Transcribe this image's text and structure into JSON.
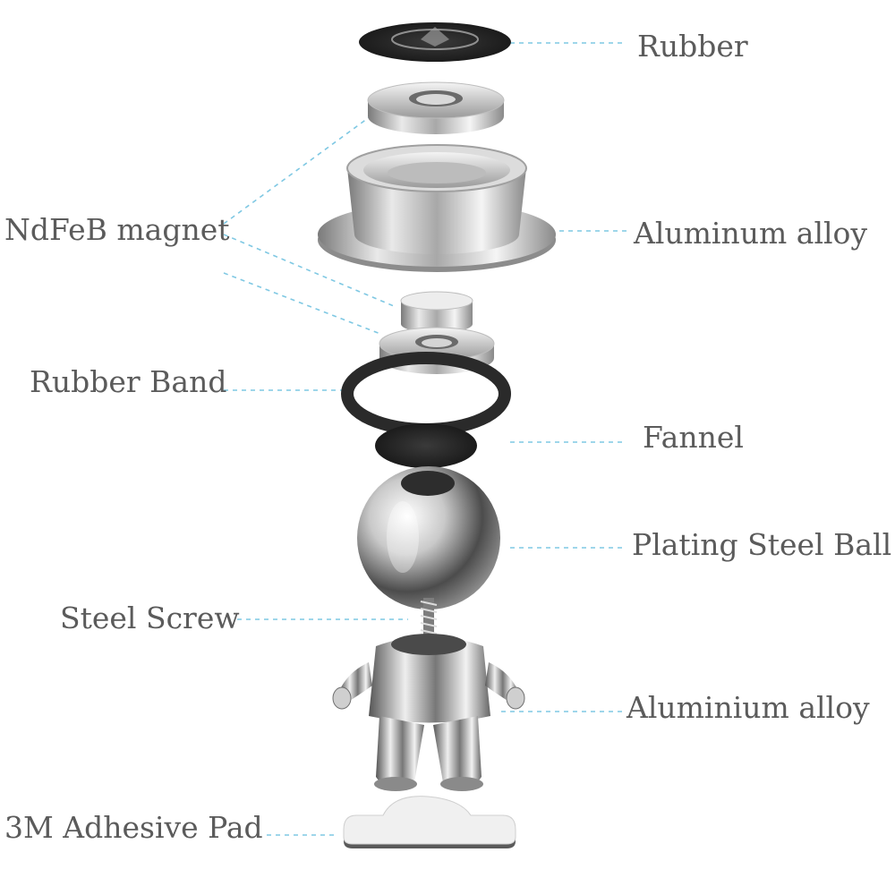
{
  "labels": {
    "rubber": "Rubber",
    "ndfeb_magnet": "NdFeB magnet",
    "aluminum_alloy": "Aluminum alloy",
    "rubber_band": "Rubber Band",
    "fannel": "Fannel",
    "plating_steel_ball": "Plating Steel Ball",
    "steel_screw": "Steel Screw",
    "aluminium_alloy": "Aluminium alloy",
    "adhesive_pad": "3M Adhesive Pad"
  },
  "colors": {
    "label_text": "#5b5b5b",
    "leader_line": "#7fc8e3",
    "metal_light": "#f2f2f2",
    "metal_mid": "#b9b9b9",
    "metal_dark": "#6e6e6e",
    "rubber_black": "#2a2a2a"
  }
}
